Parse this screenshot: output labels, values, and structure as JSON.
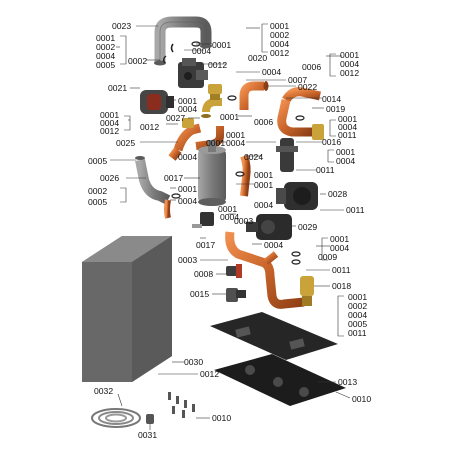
{
  "parts": {
    "p0023": "0023",
    "g_top1": [
      "0001",
      "0002",
      "0004",
      "0012"
    ],
    "g_top_left": [
      "0001",
      "0002",
      "0004",
      "0005"
    ],
    "g_right_a": [
      "0001",
      "0004",
      "0012"
    ],
    "g_right_b": [
      "0001",
      "0004",
      "0011"
    ],
    "g_left_mid": [
      "0001",
      "0004",
      "0012"
    ],
    "g_left_low": [
      "0002",
      "0005"
    ],
    "g_right_c": [
      "0001",
      "0004"
    ],
    "g_right_d": [
      "0001",
      "0004",
      "0009"
    ],
    "g_right_e": [
      "0001",
      "0002",
      "0004",
      "0005",
      "0011"
    ],
    "single": {
      "a0002": "0002",
      "a0004": "0004",
      "a0001": "0001",
      "a0020": "0020",
      "a0012": "0012",
      "a0004b": "0004",
      "a0006": "0006",
      "a0007": "0007",
      "a0022": "0022",
      "a0021": "0021",
      "a0001b": "0001",
      "a0004c": "0004",
      "a0012b": "0012",
      "a0027": "0027",
      "a0001c": "0001",
      "a0006b": "0006",
      "a0014": "0014",
      "a0019": "0019",
      "a0025": "0025",
      "a0004d": "0004",
      "a0001d": "0001",
      "a0001e": "0001",
      "a0004e": "0004",
      "a0024": "0024",
      "a0016": "0016",
      "a0005": "0005",
      "a0026": "0026",
      "a0017": "0017",
      "a0001f": "0001",
      "a0004f": "0004",
      "a0001g": "0001",
      "a0011": "0011",
      "a0001h": "0001",
      "a0004g": "0004",
      "a0028": "0028",
      "a0011b": "0011",
      "a0001i": "0001",
      "a0003": "0003",
      "a0004h": "0004",
      "a0029": "0029",
      "a0017b": "0017",
      "a0004i": "0004",
      "a0003b": "0003",
      "a0008": "0008",
      "a0011c": "0011",
      "a0015": "0015",
      "a0018": "0018",
      "a0030": "0030",
      "a0012c": "0012",
      "a0013": "0013",
      "a0010": "0010",
      "a0032": "0032",
      "a0010b": "0010",
      "a0031": "0031"
    }
  },
  "colors": {
    "copper": "#c8642a",
    "copper_dark": "#8e3f15",
    "grey": "#7d7d7d",
    "dark": "#2b2b2b",
    "brass": "#c9a23a"
  }
}
